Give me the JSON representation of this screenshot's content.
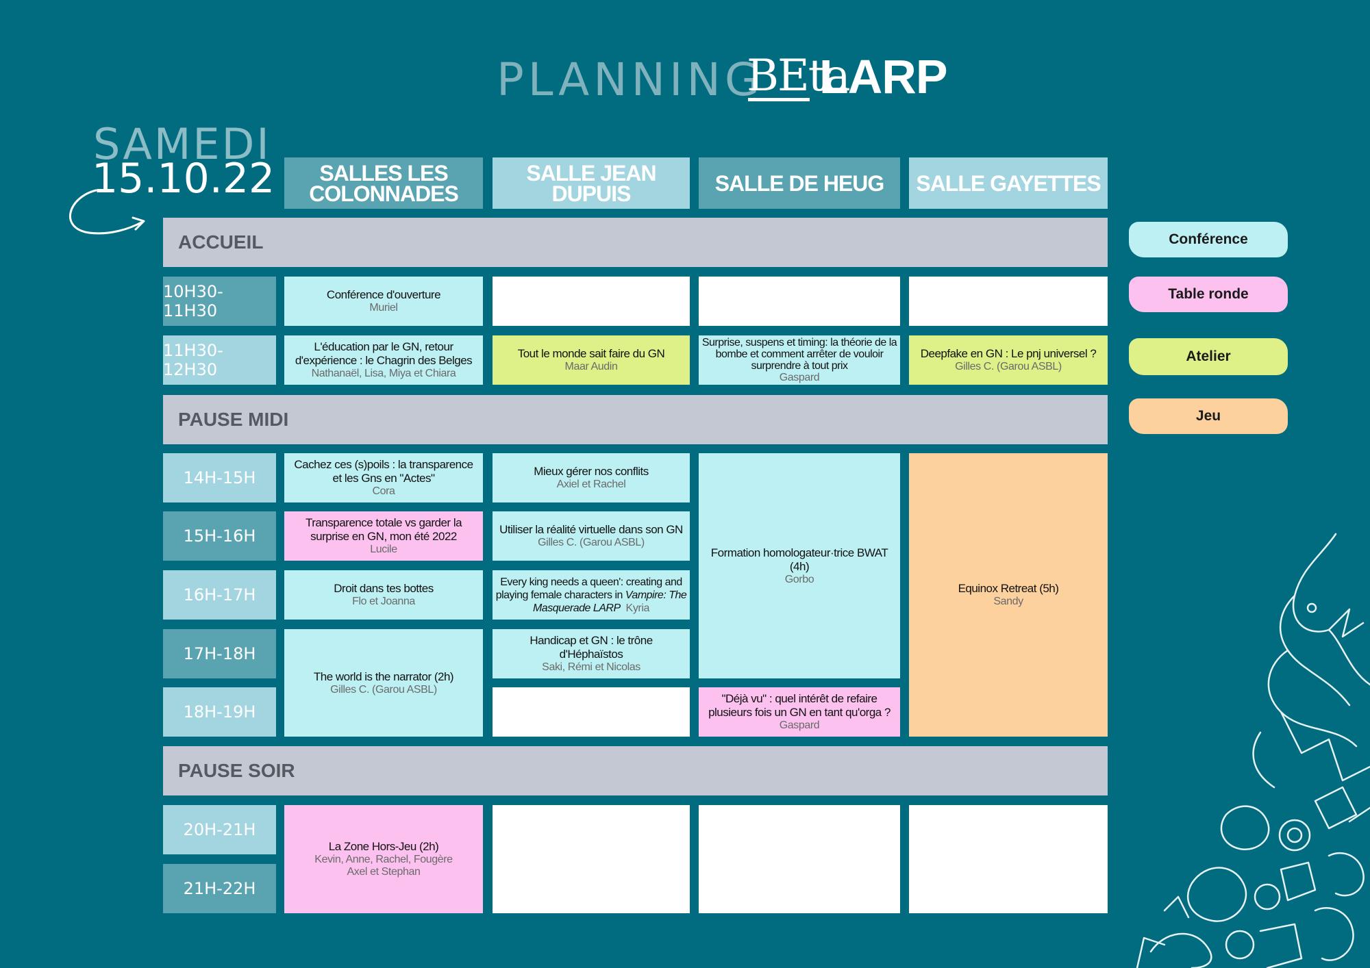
{
  "header": {
    "planning": "PLANNING",
    "beta": "BEta",
    "larp": "LARP"
  },
  "day": {
    "name": "SAMEDI",
    "date": "15.10.22"
  },
  "rooms": [
    "SALLES LES COLONNADES",
    "SALLE JEAN DUPUIS",
    "SALLE DE HEUG",
    "SALLE GAYETTES"
  ],
  "bands": {
    "accueil": "ACCUEIL",
    "pause_midi": "PAUSE MIDI",
    "pause_soir": "PAUSE SOIR"
  },
  "times": [
    "10H30-11H30",
    "11H30-12H30",
    "14H-15H",
    "15H-16H",
    "16H-17H",
    "17H-18H",
    "18H-19H",
    "20H-21H",
    "21H-22H"
  ],
  "events": {
    "e1": {
      "title": "Conférence d'ouverture",
      "who": "Muriel"
    },
    "e2": {
      "title": "L'éducation par le GN, retour d'expérience : le Chagrin des Belges",
      "who": "Nathanaël, Lisa, Miya et Chiara"
    },
    "e3": {
      "title": "Tout le monde sait faire du GN",
      "who": "Maar Audin"
    },
    "e4": {
      "title": "Surprise, suspens et timing: la théorie de la bombe et comment arrêter de vouloir surprendre à tout prix",
      "who": "Gaspard"
    },
    "e5": {
      "title": "Deepfake en GN : Le pnj universel ?",
      "who": "Gilles C. (Garou ASBL)"
    },
    "e6": {
      "title": "Cachez ces (s)poils : la transparence et les Gns en \"Actes\"",
      "who": "Cora"
    },
    "e7": {
      "title": "Transparence totale vs garder la surprise en GN, mon été 2022",
      "who": "Lucile"
    },
    "e8": {
      "title": "Droit dans tes bottes",
      "who": "Flo  et Joanna"
    },
    "e9": {
      "title": "The world is the narrator (2h)",
      "who": "Gilles C. (Garou ASBL)"
    },
    "e10": {
      "title": "Mieux gérer nos conflits",
      "who": "Axiel et Rachel"
    },
    "e11": {
      "title": "Utiliser la réalité virtuelle dans son GN",
      "who": "Gilles C. (Garou ASBL)"
    },
    "e12": {
      "title_a": "Every king needs a queen': creating and playing female characters in ",
      "title_i": "Vampire: The Masquerade LARP",
      "who": "Kyria"
    },
    "e13": {
      "title": "Handicap et GN : le trône d'Héphaïstos",
      "who": "Saki, Rémi et Nicolas"
    },
    "e14": {
      "title": "Formation homologateur·trice BWAT (4h)",
      "who": "Gorbo"
    },
    "e15": {
      "title": "\"Déjà vu\" : quel intérêt de refaire plusieurs fois un GN en tant qu'orga ?",
      "who": "Gaspard"
    },
    "e16": {
      "title": "Equinox Retreat (5h)",
      "who": "Sandy"
    },
    "e17": {
      "title": "La Zone Hors-Jeu (2h)",
      "who_a": "Kevin, Anne, Rachel, Fougère",
      "who_b": "Axel et Stephan"
    }
  },
  "legend": [
    "Conférence",
    "Table ronde",
    "Atelier",
    "Jeu"
  ],
  "colors": {
    "background": "#016b7f",
    "conference": "#bdf0f3",
    "table_ronde": "#fcc1ee",
    "atelier": "#def088",
    "jeu": "#fdd19d",
    "band": "#c3c8d3"
  },
  "icons": {
    "arrow": "curved-arrow-icon",
    "decoration": "dragon-illustration"
  }
}
